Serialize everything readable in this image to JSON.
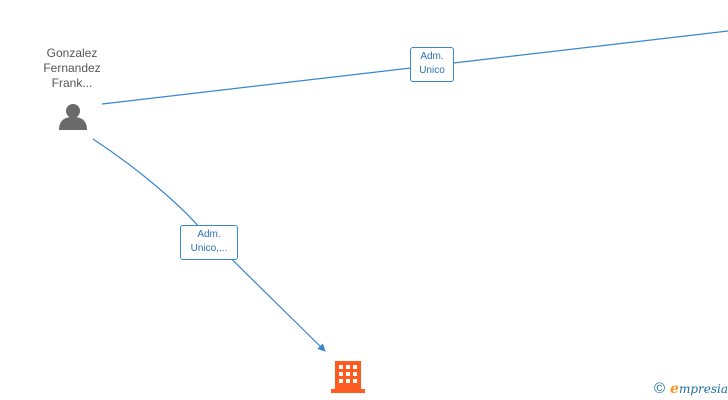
{
  "person": {
    "name_lines": [
      "Gonzalez",
      "Fernandez",
      "Frank..."
    ],
    "icon": "person-icon"
  },
  "company": {
    "icon": "building-icon"
  },
  "edges": [
    {
      "label_lines": [
        "Adm.",
        "Unico"
      ]
    },
    {
      "label_lines": [
        "Adm.",
        "Unico,..."
      ]
    }
  ],
  "watermark": {
    "symbol": "©",
    "brand_initial": "e",
    "brand_rest": "mpresia"
  },
  "colors": {
    "edge": "#3a86d0",
    "person_icon": "#6a6a6a",
    "company_icon": "#ff5a1f",
    "brand_accent": "#f7941d"
  }
}
